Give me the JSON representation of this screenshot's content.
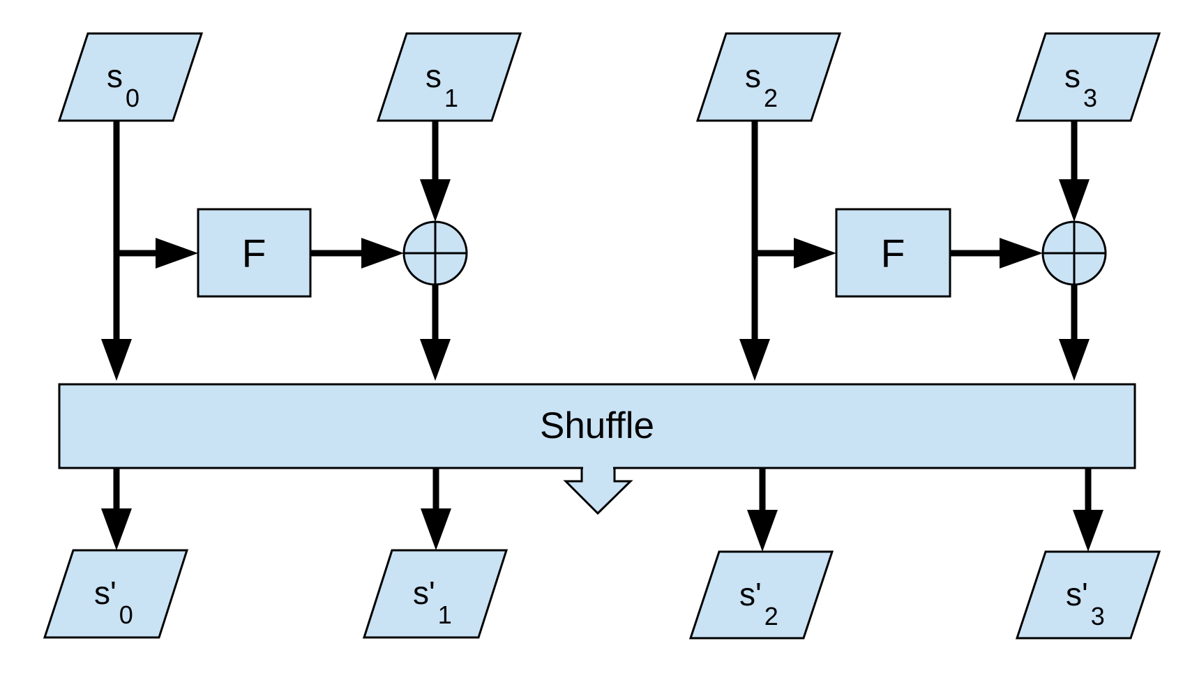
{
  "diagram": {
    "title": "Generalized Feistel round with shuffle",
    "fill_color": "#c9e2f4",
    "stroke_color": "#000000",
    "inputs": [
      {
        "base": "s",
        "sub": "0"
      },
      {
        "base": "s",
        "sub": "1"
      },
      {
        "base": "s",
        "sub": "2"
      },
      {
        "base": "s",
        "sub": "3"
      }
    ],
    "functions": [
      {
        "label": "F",
        "from": "s0",
        "to": "xor-1"
      },
      {
        "label": "F",
        "from": "s2",
        "to": "xor-3"
      }
    ],
    "xors": [
      {
        "id": "xor-1",
        "inputs": [
          "s1",
          "F(s0)"
        ]
      },
      {
        "id": "xor-3",
        "inputs": [
          "s3",
          "F(s2)"
        ]
      }
    ],
    "shuffle": {
      "label": "Shuffle"
    },
    "outputs": [
      {
        "base": "s'",
        "sub": "0"
      },
      {
        "base": "s'",
        "sub": "1"
      },
      {
        "base": "s'",
        "sub": "2"
      },
      {
        "base": "s'",
        "sub": "3"
      }
    ]
  }
}
